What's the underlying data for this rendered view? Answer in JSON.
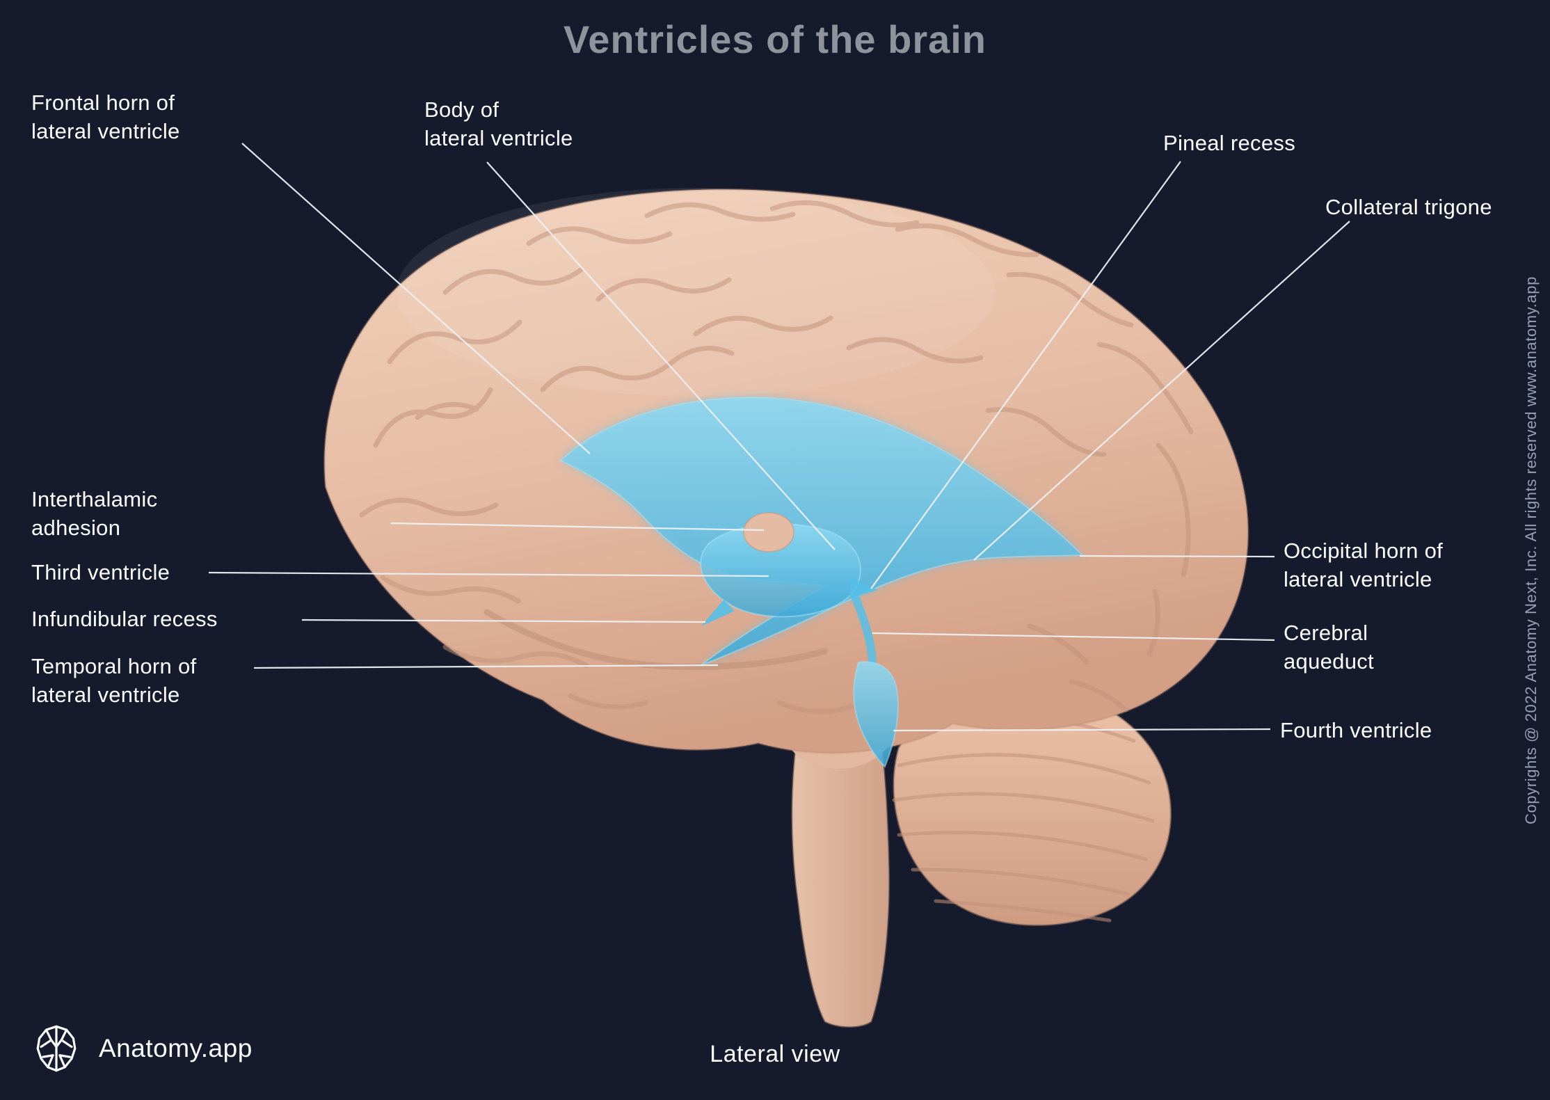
{
  "title": "Ventricles of the brain",
  "caption": "Lateral view",
  "brand": {
    "name": "Anatomy.app"
  },
  "copyright": "Copyrights @ 2022 Anatomy Next, Inc. All rights reserved www.anatomy.app",
  "colors": {
    "background": "#151b2c",
    "title": "#8e939c",
    "label": "#ffffff",
    "leader": "#eef1f5",
    "brain_light": "#f0cdb6",
    "brain_dark": "#d9a98e",
    "brain_line": "#c2917a",
    "stem": "#dcb197",
    "cerebellum": "#e3b89e",
    "ventricle": "#55bfe7",
    "ventricle_light": "#a8e2f6",
    "copyright": "#97a0b4"
  },
  "labels": {
    "frontal_horn": "Frontal horn of\nlateral ventricle",
    "body_lateral": "Body of\nlateral ventricle",
    "pineal_recess": "Pineal recess",
    "collateral_trigone": "Collateral trigone",
    "interthalamic_adhesion": "Interthalamic\nadhesion",
    "third_ventricle": "Third ventricle",
    "infundibular_recess": "Infundibular recess",
    "temporal_horn": "Temporal horn of\nlateral ventricle",
    "occipital_horn": "Occipital horn of\nlateral ventricle",
    "cerebral_aqueduct": "Cerebral\naqueduct",
    "fourth_ventricle": "Fourth ventricle"
  }
}
